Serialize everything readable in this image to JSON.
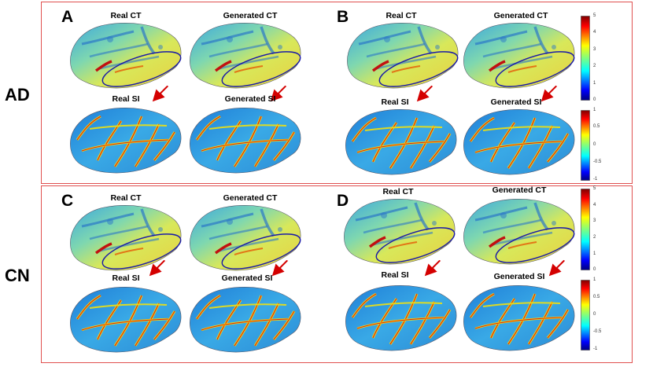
{
  "row_labels": {
    "ad": "AD",
    "cn": "CN"
  },
  "panels": [
    {
      "letter": "A",
      "ct_real": "Real CT",
      "ct_gen": "Generated CT",
      "si_real": "Real SI",
      "si_gen": "Generated SI"
    },
    {
      "letter": "B",
      "ct_real": "Real CT",
      "ct_gen": "Generated CT",
      "si_real": "Real SI",
      "si_gen": "Generated SI"
    },
    {
      "letter": "C",
      "ct_real": "Real CT",
      "ct_gen": "Generated CT",
      "si_real": "Real SI",
      "si_gen": "Generated SI"
    },
    {
      "letter": "D",
      "ct_real": "Real CT",
      "ct_gen": "Generated CT",
      "si_real": "Real SI",
      "si_gen": "Generated SI"
    }
  ],
  "colorbars": {
    "ct_ticks": [
      "5",
      "4",
      "3",
      "2",
      "1",
      "0"
    ],
    "si_ticks": [
      "1",
      "0.5",
      "0",
      "-0.5",
      "-1"
    ]
  },
  "colors": {
    "frame": "#e0504f",
    "arrow": "#d40000",
    "ellipse": "#1a1aa8",
    "jet": [
      "#00007f",
      "#0000ff",
      "#007fff",
      "#00ffff",
      "#7fff7f",
      "#ffff00",
      "#ff7f00",
      "#ff0000",
      "#7f0000"
    ]
  }
}
